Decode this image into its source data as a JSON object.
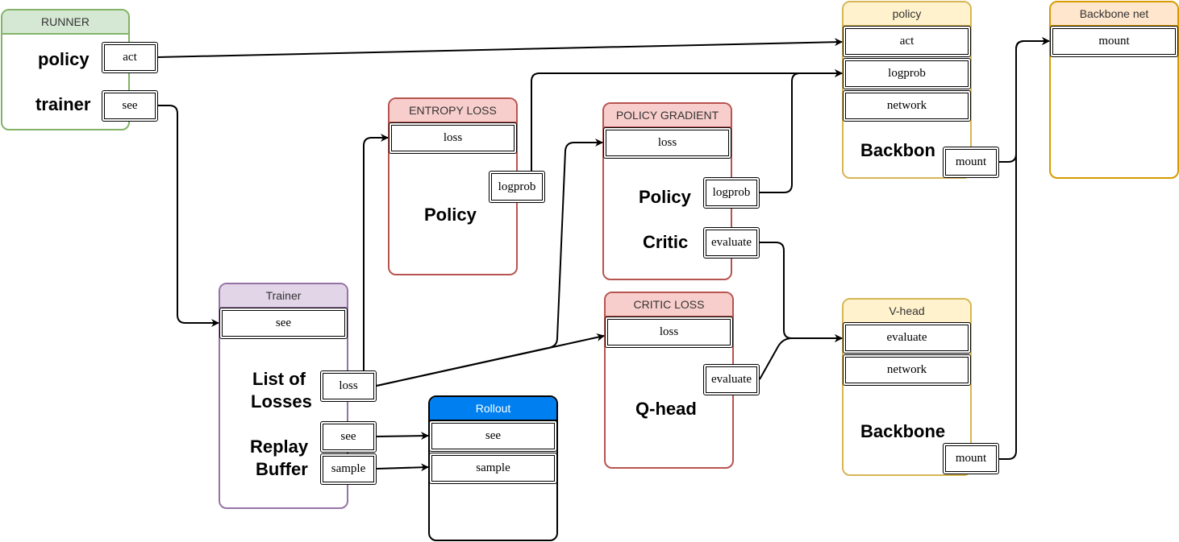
{
  "runner": {
    "title": "RUNNER",
    "policy_label": "policy",
    "trainer_label": "trainer",
    "act_port": "act",
    "see_port": "see"
  },
  "entropy_loss": {
    "title": "ENTROPY LOSS",
    "loss_port": "loss",
    "logprob_port": "logprob",
    "body_label": "Policy"
  },
  "policy_gradient": {
    "title": "POLICY GRADIENT",
    "loss_port": "loss",
    "policy_label": "Policy",
    "logprob_port": "logprob",
    "critic_label": "Critic",
    "evaluate_port": "evaluate"
  },
  "critic_loss": {
    "title": "CRITIC LOSS",
    "loss_port": "loss",
    "evaluate_port": "evaluate",
    "body_label": "Q-head"
  },
  "trainer": {
    "title": "Trainer",
    "see_port": "see",
    "losses_label_1": "List of",
    "losses_label_2": "Losses",
    "loss_port": "loss",
    "buffer_label_1": "Replay",
    "buffer_label_2": "Buffer",
    "see_port_2": "see",
    "sample_port": "sample"
  },
  "rollout": {
    "title": "Rollout",
    "see_port": "see",
    "sample_port": "sample"
  },
  "policy_node": {
    "title": "policy",
    "act_port": "act",
    "logprob_port": "logprob",
    "network_port": "network",
    "backbone_label": "Backbon",
    "mount_port": "mount"
  },
  "vhead": {
    "title": "V-head",
    "evaluate_port": "evaluate",
    "network_port": "network",
    "backbone_label": "Backbone",
    "mount_port": "mount"
  },
  "backbone_net": {
    "title": "Backbone net",
    "mount_port": "mount"
  },
  "colors": {
    "green_border": "#82b366",
    "green_fill": "#d5e8d4",
    "red_border": "#b85450",
    "red_fill": "#f8cecc",
    "purple_border": "#9673a6",
    "purple_fill": "#e1d5e7",
    "blue_fill": "#0080f0",
    "yellow_border": "#d6b656",
    "yellow_fill": "#fff2cc",
    "orange_border": "#d79b00",
    "orange_fill": "#ffe6cc"
  }
}
